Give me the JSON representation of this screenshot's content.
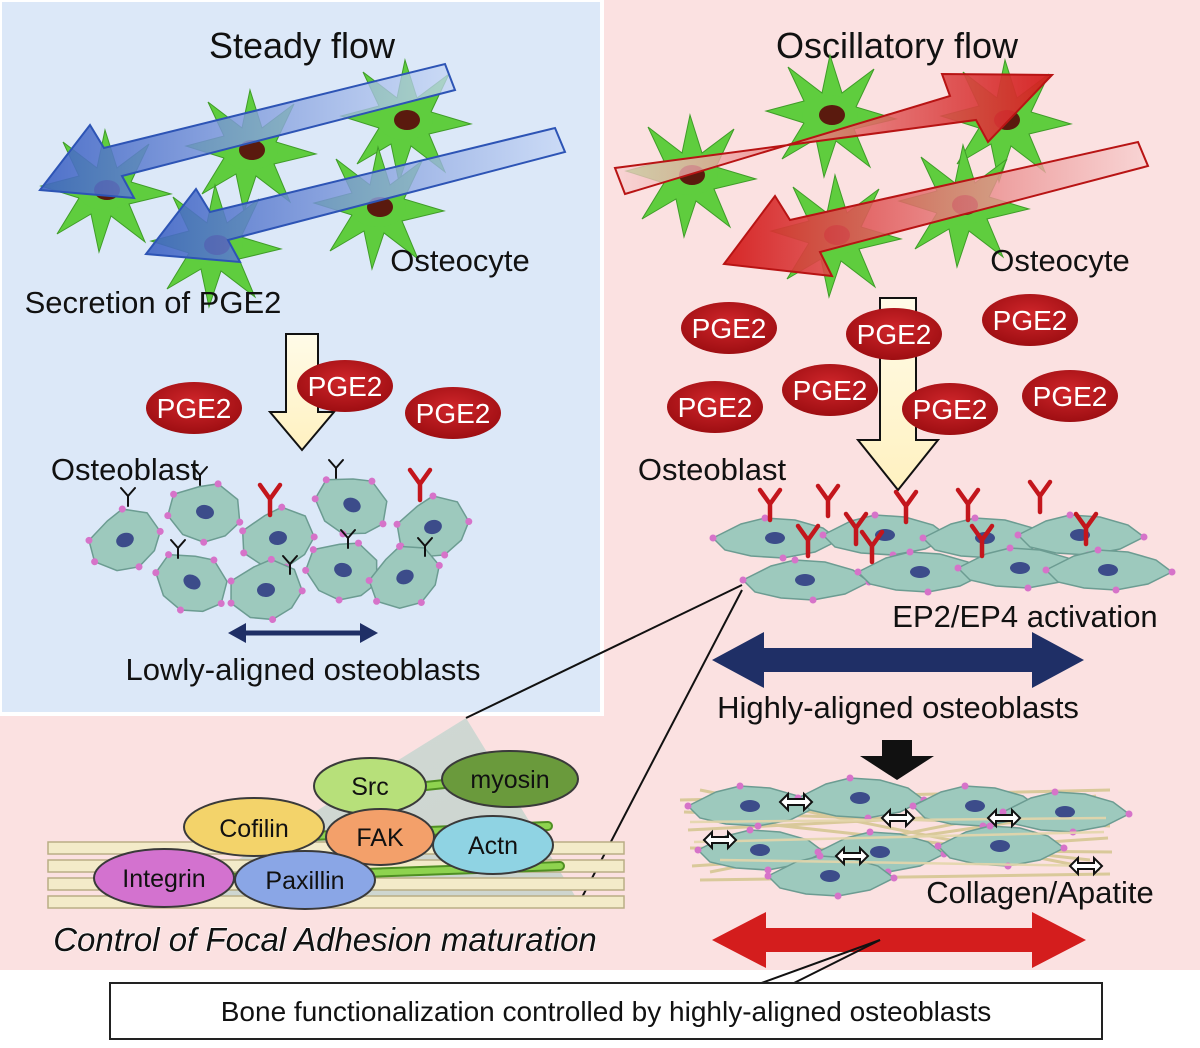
{
  "steady": {
    "title": "Steady flow",
    "osteocyte": "Osteocyte",
    "secretion": "Secretion of PGE2",
    "pge2": [
      "PGE2",
      "PGE2",
      "PGE2"
    ],
    "osteoblast": "Osteoblast",
    "alignment": "Lowly-aligned osteoblasts"
  },
  "oscillatory": {
    "title": "Oscillatory flow",
    "osteocyte": "Osteocyte",
    "pge2": [
      "PGE2",
      "PGE2",
      "PGE2",
      "PGE2",
      "PGE2",
      "PGE2",
      "PGE2"
    ],
    "osteoblast": "Osteoblast",
    "activation": "EP2/EP4 activation",
    "alignment": "Highly-aligned osteoblasts",
    "collagen": "Collagen/Apatite"
  },
  "focal_adhesion": {
    "proteins": [
      "Src",
      "myosin",
      "Cofilin",
      "FAK",
      "Actn",
      "Integrin",
      "Paxillin"
    ],
    "caption": "Control of Focal Adhesion maturation"
  },
  "conclusion": "Bone functionalization controlled by highly-aligned osteoblasts",
  "colors": {
    "steady_panel": "#dce8f8",
    "oscillatory_panel": "#fbe1e1",
    "pge2_fill": "#b31217",
    "blue_arrow": "#4a6fc9",
    "red_arrow": "#d92424",
    "navy_arrow": "#1f2f66",
    "osteocyte_green": "#5ccb3c",
    "osteoblast_teal": "#9dc9bd",
    "receptor_red": "#c3161c"
  }
}
